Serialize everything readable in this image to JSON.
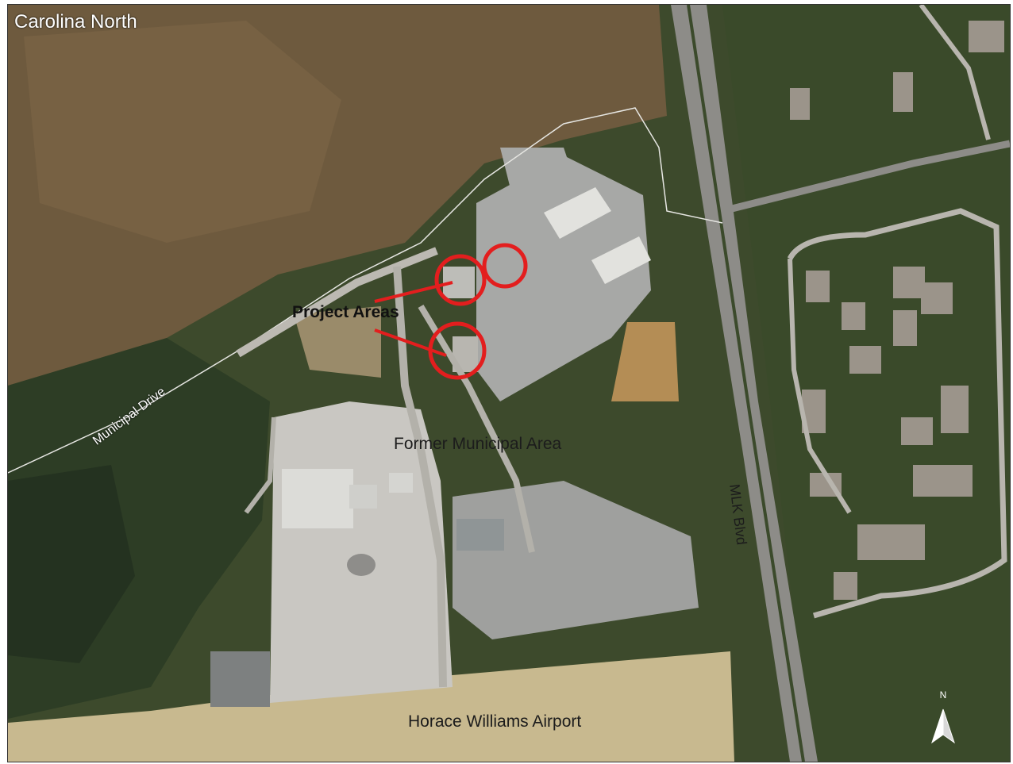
{
  "map": {
    "title": "Carolina North",
    "labels": {
      "project_areas": "Project Areas",
      "former_municipal": "Former Municipal Area",
      "airport": "Horace Williams Airport",
      "mlk": "MLK Blvd",
      "municipal_drive": "Municipal Drive"
    },
    "north_label": "N",
    "colors": {
      "forest": "#3d4a2c",
      "forest_dark": "#243220",
      "brush_brown": "#6e5a3e",
      "pavement": "#a7a8a6",
      "lot_light": "#c9c7c2",
      "field": "#c8b98f",
      "road": "#8d8c88",
      "circle_red": "#e31e1e",
      "building_roof": "#dcdcd8"
    },
    "icons": {
      "north_arrow": "north-arrow-icon"
    }
  }
}
